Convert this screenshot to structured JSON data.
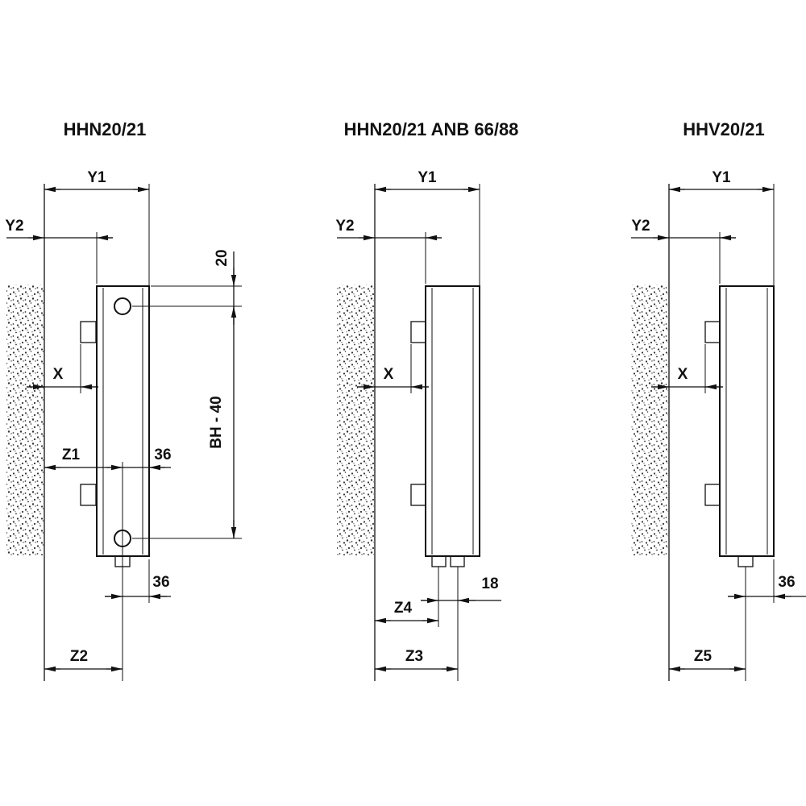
{
  "drawing": {
    "ink_color": "#111111",
    "background": "#ffffff"
  },
  "panels": [
    {
      "title": "HHN20/21",
      "dims": {
        "y1": "Y1",
        "y2": "Y2",
        "x": "X",
        "top_offset": "20",
        "height": "BH - 40",
        "z1": "Z1",
        "edge_offset": "36",
        "outlet_offset": "36",
        "z2": "Z2"
      }
    },
    {
      "title": "HHN20/21 ANB 66/88",
      "dims": {
        "y1": "Y1",
        "y2": "Y2",
        "x": "X",
        "pipe_spacing": "18",
        "z4": "Z4",
        "z3": "Z3"
      }
    },
    {
      "title": "HHV20/21",
      "dims": {
        "y1": "Y1",
        "y2": "Y2",
        "x": "X",
        "outlet_offset": "36",
        "z5": "Z5"
      }
    }
  ]
}
